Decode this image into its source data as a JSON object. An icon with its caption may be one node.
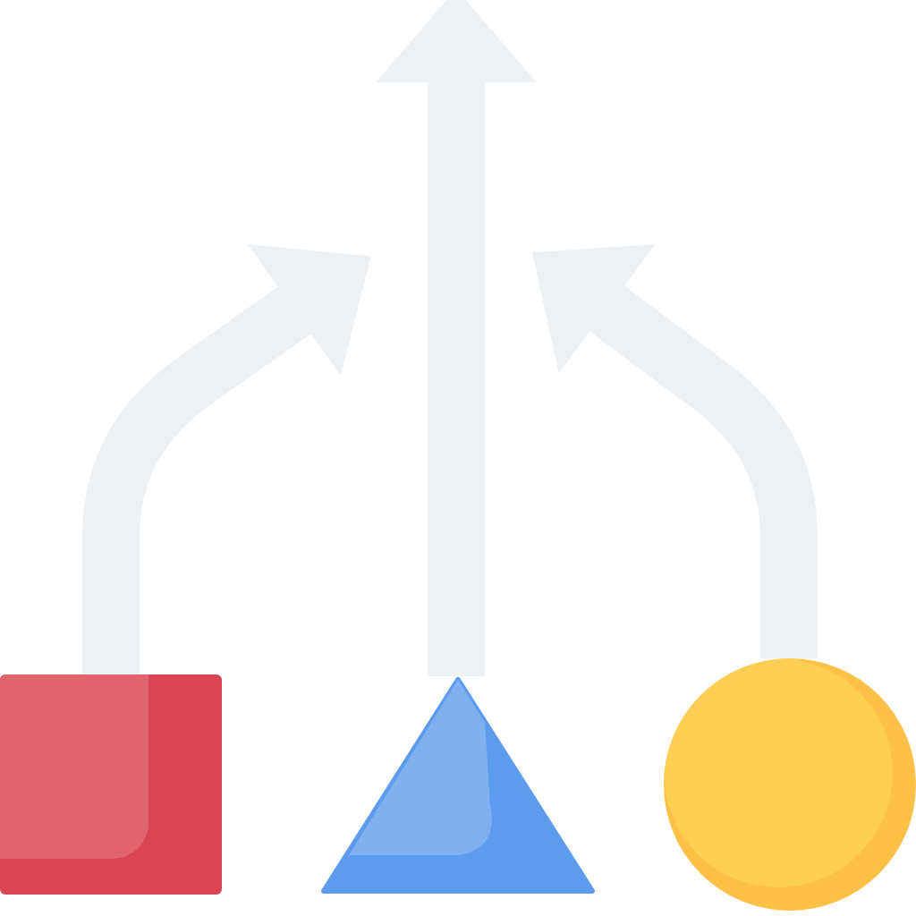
{
  "diagram": {
    "nodes": [
      {
        "text": [],
        "shape": "box"
      },
      {
        "text": [],
        "shape": "triangle"
      },
      {
        "text": [],
        "shape": "circle"
      }
    ],
    "edges": [
      {
        "from": 0,
        "to": null,
        "arrow": "to"
      },
      {
        "from": 1,
        "to": null,
        "arrow": "to"
      },
      {
        "from": 2,
        "to": null,
        "arrow": "to"
      }
    ]
  }
}
